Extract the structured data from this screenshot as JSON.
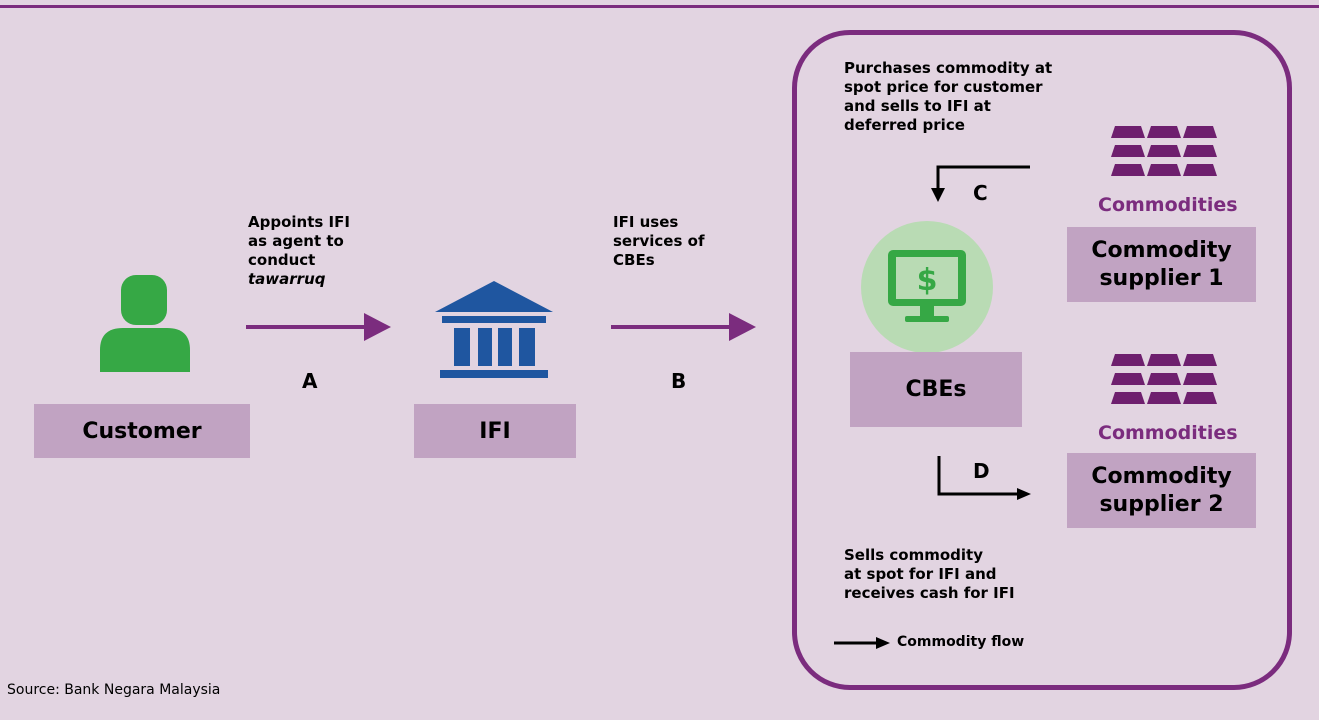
{
  "nodes": {
    "customer": "Customer",
    "ifi": "IFI",
    "cbes": "CBEs",
    "supplier1": "Commodity supplier 1",
    "supplier2": "Commodity supplier 2"
  },
  "commodities_label_1": "Commodities",
  "commodities_label_2": "Commodities",
  "flows": {
    "a_text_1": "Appoints IFI",
    "a_text_2": "as agent to",
    "a_text_3": "conduct",
    "a_text_4": "tawarruq",
    "a_letter": "A",
    "b_text_1": "IFI uses",
    "b_text_2": "services of",
    "b_text_3": "CBEs",
    "b_letter": "B",
    "c_text_1": "Purchases commodity at",
    "c_text_2": "spot price for customer",
    "c_text_3": "and sells to IFI at",
    "c_text_4": "deferred price",
    "c_letter": "C",
    "d_text_1": "Sells commodity",
    "d_text_2": "at spot for IFI and",
    "d_text_3": "receives cash for IFI",
    "d_letter": "D"
  },
  "legend": "Commodity flow",
  "source": "Source: Bank Negara Malaysia",
  "colors": {
    "background": "#e2d4e1",
    "accent": "#7b2c7e",
    "box": "#c1a3c2",
    "green": "#36a845",
    "ifi_blue": "#1f56a0",
    "gold_bars": "#6e1f6e"
  }
}
